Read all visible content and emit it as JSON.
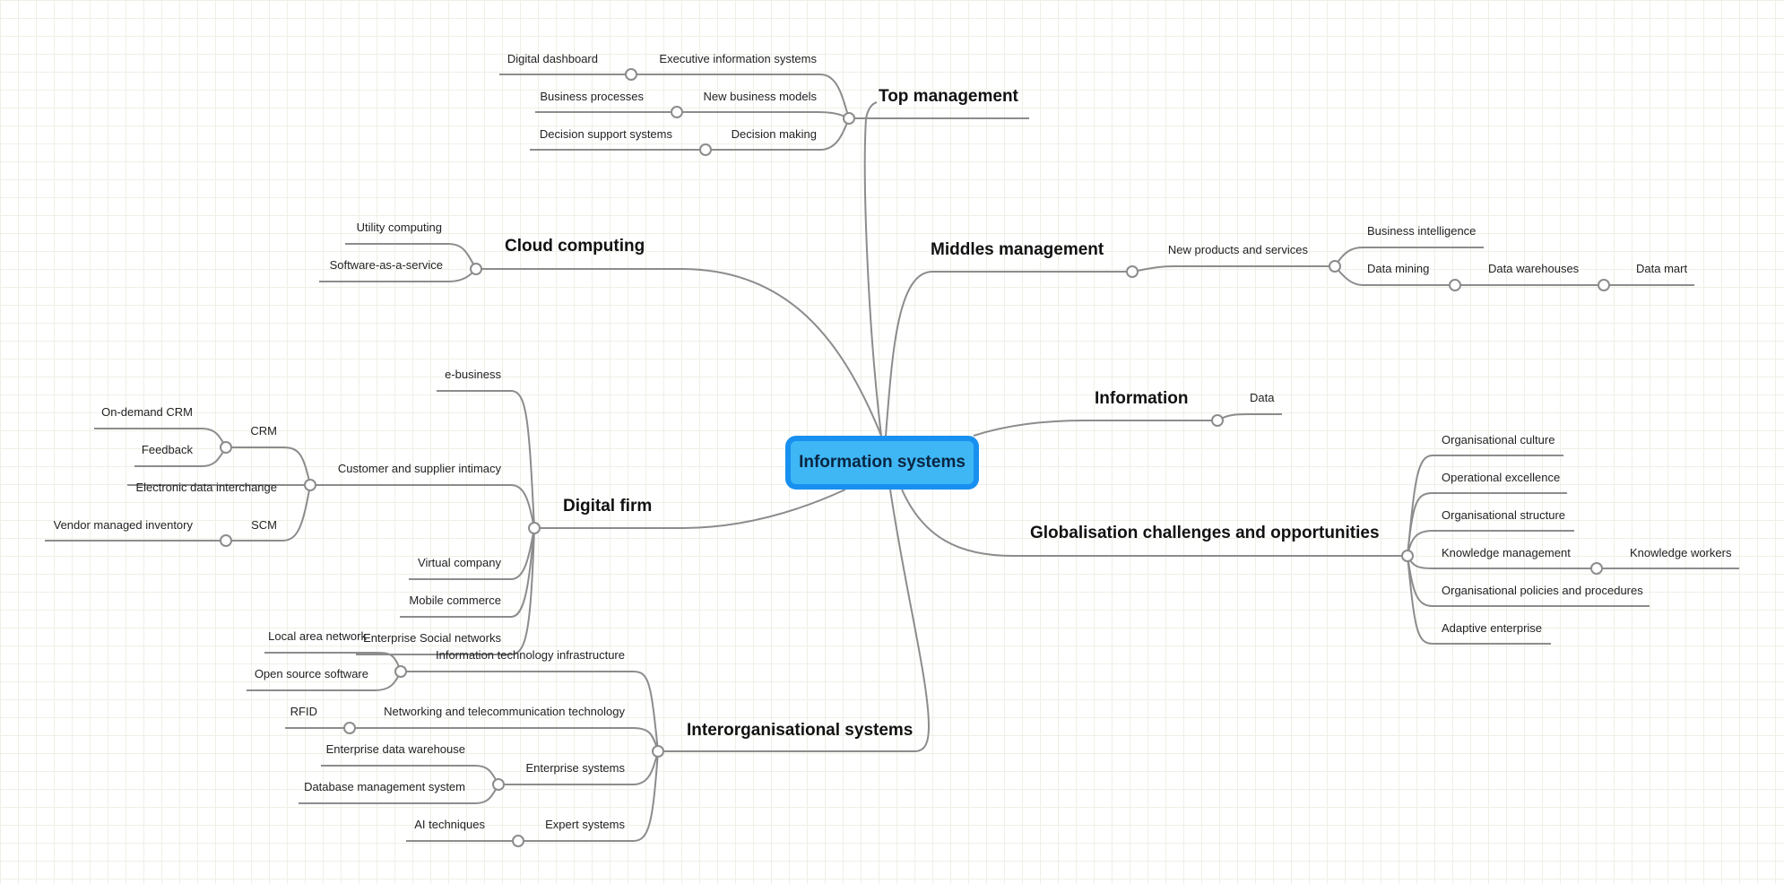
{
  "root": {
    "label": "Information systems"
  },
  "branches": {
    "top_management": {
      "label": "Top management",
      "children": [
        "Executive information systems",
        "New business models",
        "Decision making"
      ],
      "grandchildren": [
        "Digital dashboard",
        "Business processes",
        "Decision support systems"
      ]
    },
    "cloud_computing": {
      "label": "Cloud computing",
      "children": [
        "Utility computing",
        "Software-as-a-service"
      ]
    },
    "middle_management": {
      "label": "Middles management",
      "child": "New products and services",
      "grandchildren": [
        "Business intelligence",
        "Data mining"
      ],
      "data_chain": [
        "Data warehouses",
        "Data mart"
      ]
    },
    "information": {
      "label": "Information",
      "child": "Data"
    },
    "globalisation": {
      "label": "Globalisation challenges and opportunities",
      "children": [
        "Organisational culture",
        "Operational excellence",
        "Organisational structure",
        "Knowledge management",
        "Organisational policies and procedures",
        "Adaptive enterprise"
      ],
      "km_child": "Knowledge workers"
    },
    "digital_firm": {
      "label": "Digital firm",
      "children": [
        "e-business",
        "Customer and supplier intimacy",
        "Virtual company",
        "Mobile commerce",
        "Enterprise Social networks"
      ],
      "intimacy_children": [
        "CRM",
        "Electronic data interchange",
        "SCM"
      ],
      "crm_children": [
        "On-demand CRM",
        "Feedback"
      ],
      "scm_child": "Vendor managed inventory"
    },
    "interorganisational": {
      "label": "Interorganisational systems",
      "children": [
        "Information technology infrastructure",
        "Networking and telecommunication technology",
        "Enterprise systems",
        "Expert systems"
      ],
      "it_infra_children": [
        "Local area network",
        "Open source software"
      ],
      "networking_child": "RFID",
      "enterprise_children": [
        "Enterprise data warehouse",
        "Database management system"
      ],
      "expert_child": "AI techniques"
    }
  },
  "colors": {
    "root_fill": "#3fb7f5",
    "root_border": "#1890f0",
    "connector": "#8c8c8c",
    "grid": "#eef0e6"
  }
}
